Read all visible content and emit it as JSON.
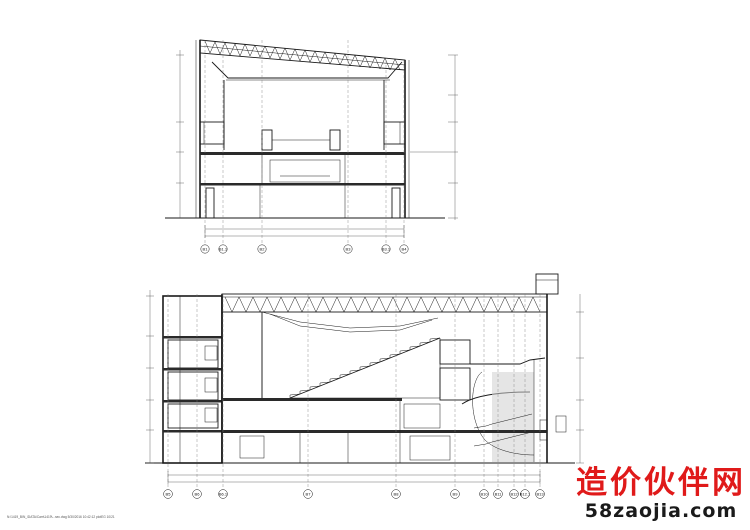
{
  "upper_section": {
    "axis_labels": [
      "B1",
      "B1.1",
      "B2",
      "B3",
      "B3.1",
      "B4"
    ]
  },
  "lower_section": {
    "axis_labels": [
      "B5",
      "B6",
      "B6.1",
      "B7",
      "B8",
      "B9",
      "B10",
      "B11",
      "B12",
      "B12.1",
      "B13"
    ]
  },
  "file_stamp": "N:\\1419_BIN_\\DATA\\Cam\\1419\\...sec.dwg  5/30/2016 10:42:12 plotEG 10/21",
  "watermark": {
    "chinese_text": "造价伙伴网",
    "domain": "58zaojia.com",
    "color": "#e01a1a"
  }
}
